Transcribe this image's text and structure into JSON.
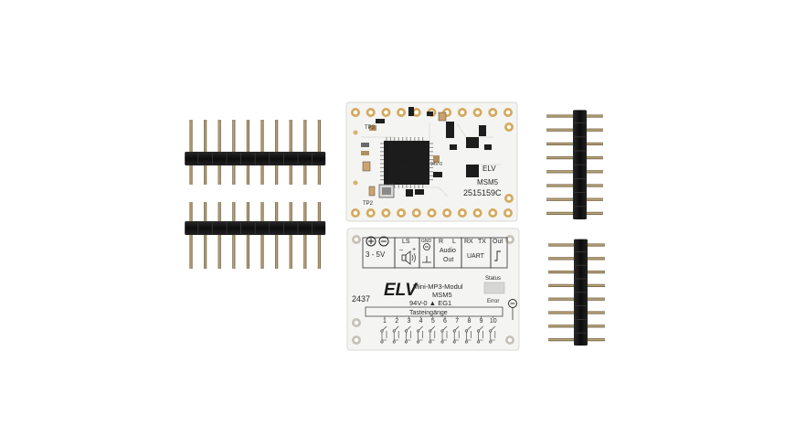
{
  "top_board": {
    "brand": "ELV",
    "model": "MSM5",
    "serial": "2515159C",
    "tp_labels": [
      "TP3",
      "TP2"
    ],
    "mark": "94V-0"
  },
  "bottom_board": {
    "supply_label": "3 - 5V",
    "ls_label": "LS",
    "gnd_label": "GND",
    "r_label": "R",
    "l_label": "L",
    "audio_label": "Audio",
    "out_label": "Out",
    "rx_label": "RX",
    "tx_label": "TX",
    "uart_label": "UART",
    "out_top_label": "Out",
    "brand": "ELV",
    "title": "Mini-MP3-Modul",
    "model": "MSM5",
    "status_label": "Status",
    "error_label": "Error",
    "cert_text": "94V-0 ▲ EG1",
    "date_code": "2437",
    "inputs_label": "Tasteingänge",
    "inputs": [
      "1",
      "2",
      "3",
      "4",
      "5",
      "6",
      "7",
      "8",
      "9",
      "10"
    ]
  }
}
